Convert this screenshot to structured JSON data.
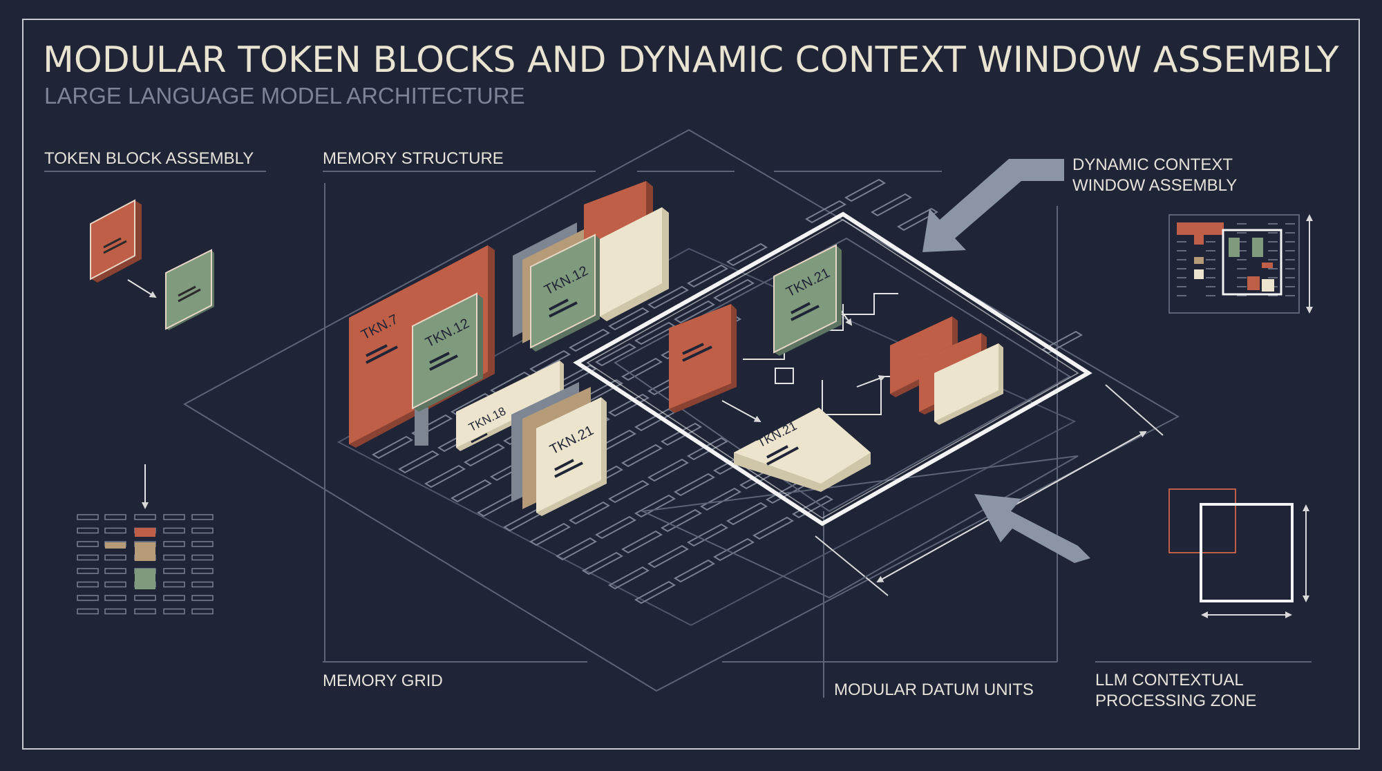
{
  "header": {
    "title": "MODULAR TOKEN BLOCKS AND DYNAMIC CONTEXT WINDOW ASSEMBLY",
    "subtitle": "LARGE LANGUAGE MODEL ARCHITECTURE"
  },
  "labels": {
    "token_block_assembly": "TOKEN BLOCK ASSEMBLY",
    "memory_structure": "MEMORY STRUCTURE",
    "dynamic_context_line1": "DYNAMIC CONTEXT",
    "dynamic_context_line2": "WINDOW ASSEMBLY",
    "memory_grid": "MEMORY GRID",
    "modular_datum_units": "MODULAR DATUM UNITS",
    "llm_zone_line1": "LLM CONTEXTUAL",
    "llm_zone_line2": "PROCESSING ZONE"
  },
  "tokens": {
    "tkn7": "TKN.7",
    "tkn12_left": "TKN.12",
    "tkn12_top": "TKN.12",
    "tkn18": "TKN.18",
    "tkn21_stack": "TKN.21",
    "tkn21_window": "TKN.21",
    "tkn21_flat": "TKN.21"
  },
  "colors": {
    "background": "#1f2436",
    "line": "#5d6478",
    "border": "#c9cbd2",
    "title": "#e9e3d1",
    "subtitle": "#7d8498",
    "terracotta": "#c05f48",
    "sage": "#7f9a7c",
    "cream": "#ece4cc",
    "tan": "#b59b78",
    "arrow_grey": "#8b95a6"
  }
}
